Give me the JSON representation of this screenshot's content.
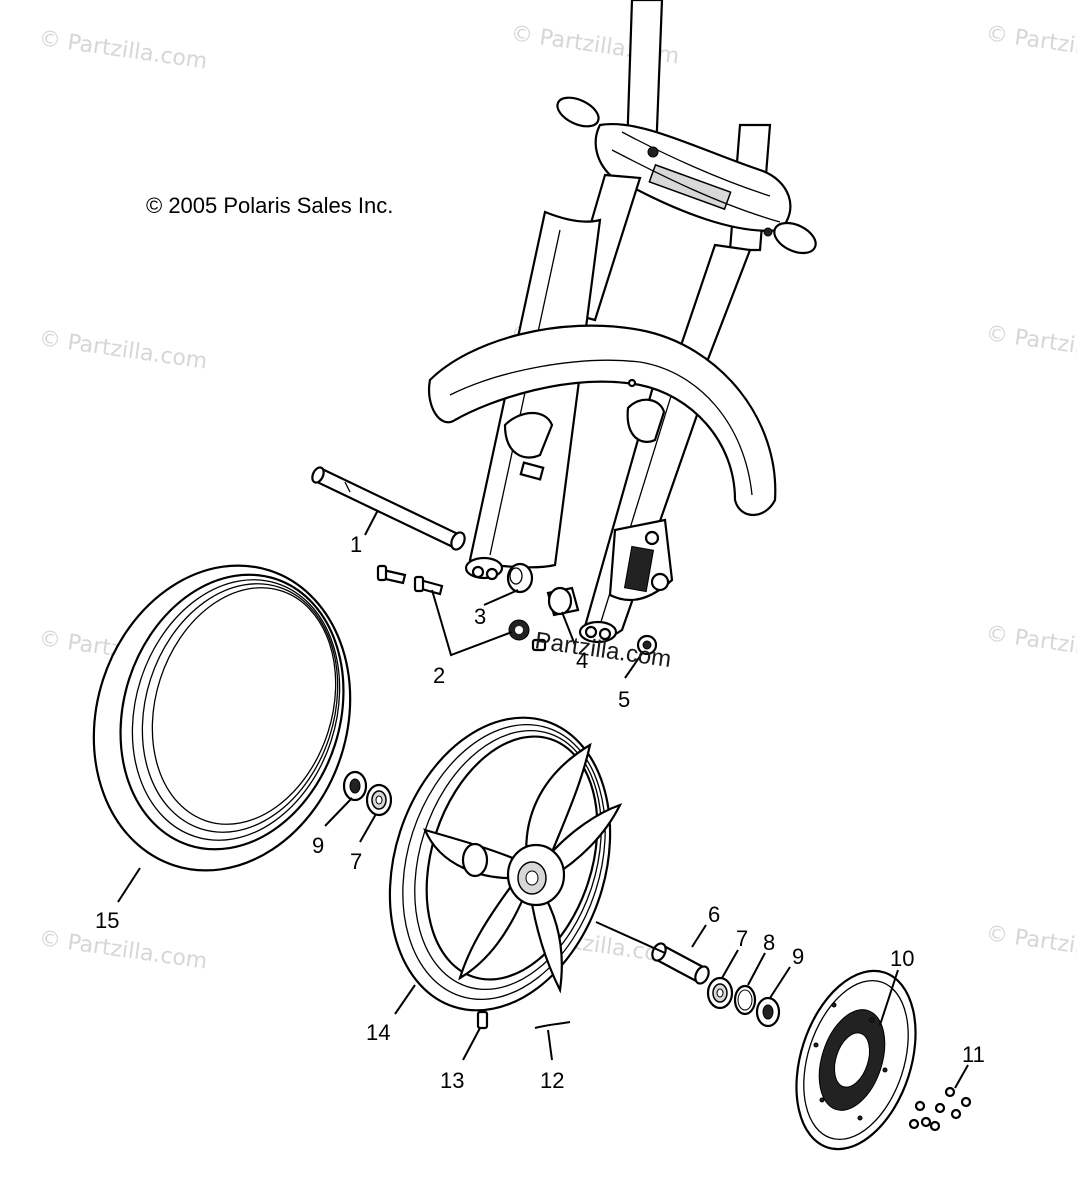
{
  "copyright": "© 2005 Polaris Sales Inc.",
  "watermark_text": "© Partzilla.com",
  "center_watermark": "Partzilla.com",
  "callouts": {
    "p1": "1",
    "p2": "2",
    "p3": "3",
    "p4": "4",
    "p5": "5",
    "p6": "6",
    "p7a": "7",
    "p7b": "7",
    "p8": "8",
    "p9a": "9",
    "p9b": "9",
    "p10": "10",
    "p11": "11",
    "p12": "12",
    "p13": "13",
    "p14": "14",
    "p15": "15"
  },
  "colors": {
    "line": "#000000",
    "watermark": "#d6d6d6",
    "background": "#ffffff"
  }
}
